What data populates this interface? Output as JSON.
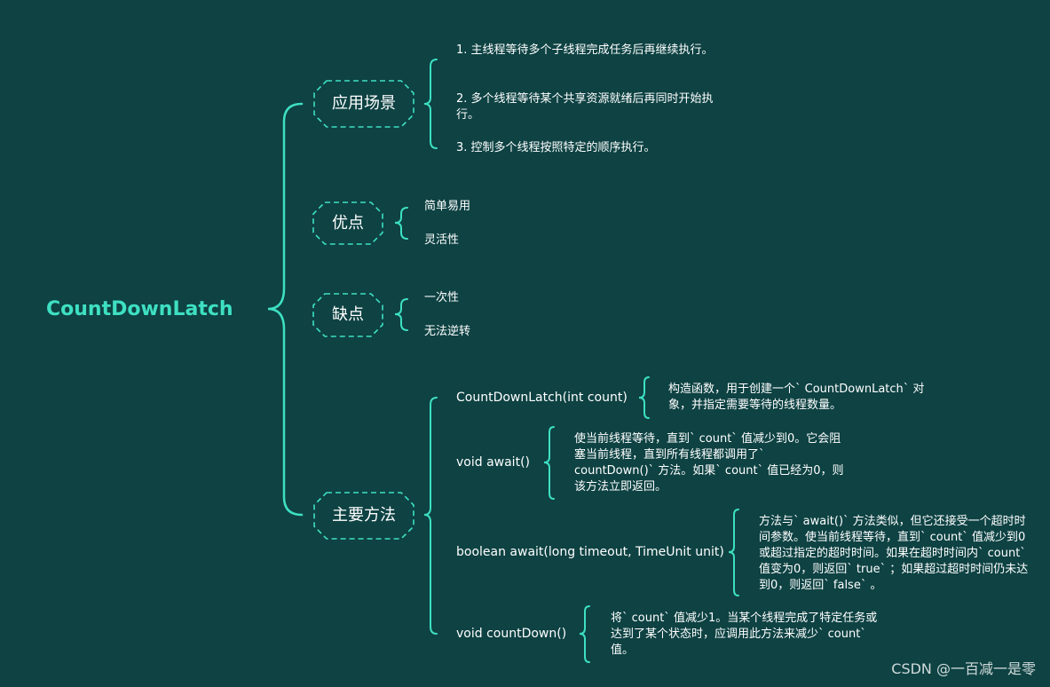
{
  "root": {
    "label": "CountDownLatch"
  },
  "branches": {
    "scenarios": {
      "label": "应用场景",
      "items": [
        "1. 主线程等待多个子线程完成任务后再继续执行。",
        "2. 多个线程等待某个共享资源就绪后再同时开始执行。",
        "3. 控制多个线程按照特定的顺序执行。"
      ]
    },
    "pros": {
      "label": "优点",
      "items": [
        "简单易用",
        "灵活性"
      ]
    },
    "cons": {
      "label": "缺点",
      "items": [
        "一次性",
        "无法逆转"
      ]
    },
    "methods": {
      "label": "主要方法",
      "items": [
        {
          "name": "CountDownLatch(int count)",
          "desc": "构造函数，用于创建一个` CountDownLatch` 对象，并指定需要等待的线程数量。"
        },
        {
          "name": "void await()",
          "desc": "使当前线程等待，直到` count` 值减少到0。它会阻塞当前线程，直到所有线程都调用了` countDown()` 方法。如果` count` 值已经为0，则该方法立即返回。"
        },
        {
          "name": "boolean await(long timeout, TimeUnit unit)",
          "desc": "方法与` await()` 方法类似，但它还接受一个超时时间参数。使当前线程等待，直到` count` 值减少到0或超过指定的超时时间。如果在超时时间内` count` 值变为0，则返回` true` ；如果超过超时时间仍未达到0，则返回` false` 。"
        },
        {
          "name": "void countDown()",
          "desc": "将` count` 值减少1。当某个线程完成了特定任务或达到了某个状态时，应调用此方法来减少` count` 值。"
        }
      ]
    }
  },
  "colors": {
    "background": "#0e4243",
    "accent": "#3ee0c2",
    "text": "#ffffff"
  },
  "watermark": "CSDN @一百减一是零"
}
